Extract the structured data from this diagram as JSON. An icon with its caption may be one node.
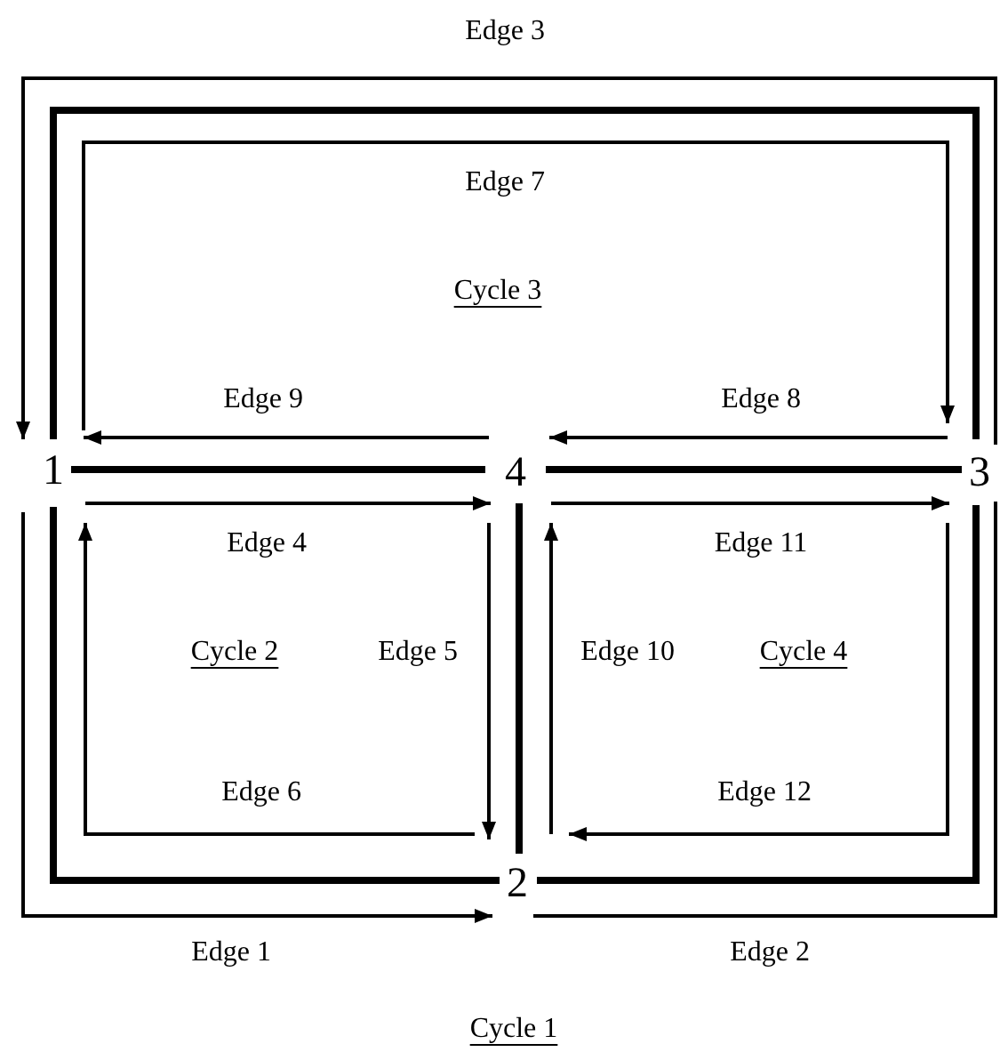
{
  "diagram": {
    "nodes": [
      {
        "text": [
          "1"
        ]
      },
      {
        "text": [
          "4"
        ]
      },
      {
        "text": [
          "3"
        ]
      },
      {
        "text": [
          "2"
        ]
      }
    ],
    "edges": [
      {
        "from": 0,
        "to": 1,
        "arrow": "none",
        "style": "thick"
      },
      {
        "from": 1,
        "to": 2,
        "arrow": "none",
        "style": "thick"
      },
      {
        "from": 1,
        "to": 3,
        "arrow": "none",
        "style": "thick"
      },
      {
        "from": 0,
        "to": 3,
        "arrow": "none",
        "style": "thick"
      },
      {
        "from": 3,
        "to": 2,
        "arrow": "none",
        "style": "thick"
      },
      {
        "from": 0,
        "to": 2,
        "arrow": "none",
        "style": "thick"
      },
      {
        "from": 0,
        "to": 3,
        "arrow": "to",
        "label": "Edge 1"
      },
      {
        "from": 3,
        "to": 2,
        "arrow": "none",
        "label": "Edge 2"
      },
      {
        "from": 2,
        "to": 0,
        "arrow": "to",
        "label": "Edge 3"
      },
      {
        "from": 0,
        "to": 1,
        "arrow": "to",
        "label": "Edge 4"
      },
      {
        "from": 1,
        "to": 3,
        "arrow": "to",
        "label": "Edge 5"
      },
      {
        "from": 3,
        "to": 0,
        "arrow": "to",
        "label": "Edge 6"
      },
      {
        "from": 0,
        "to": 2,
        "arrow": "to",
        "label": "Edge 7"
      },
      {
        "from": 2,
        "to": 1,
        "arrow": "to",
        "label": "Edge 8"
      },
      {
        "from": 1,
        "to": 0,
        "arrow": "to",
        "label": "Edge 9"
      },
      {
        "from": 3,
        "to": 1,
        "arrow": "to",
        "label": "Edge 10"
      },
      {
        "from": 1,
        "to": 2,
        "arrow": "to",
        "label": "Edge 11"
      },
      {
        "from": 2,
        "to": 3,
        "arrow": "to",
        "label": "Edge 12"
      }
    ],
    "labels": [
      "Cycle 3",
      "Cycle 2",
      "Cycle 4",
      "Cycle 1"
    ]
  }
}
